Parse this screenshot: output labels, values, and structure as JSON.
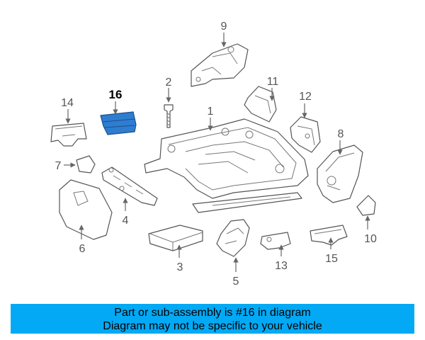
{
  "diagram": {
    "highlighted_part": "16",
    "highlight_color": "#2e7dd1",
    "callouts": [
      "1",
      "2",
      "3",
      "4",
      "5",
      "6",
      "7",
      "8",
      "9",
      "10",
      "11",
      "12",
      "13",
      "14",
      "15",
      "16"
    ]
  },
  "banner": {
    "line1": "Part or sub-assembly is #16 in diagram",
    "line2": "Diagram may not be specific to your vehicle",
    "background": "#03a9f4"
  }
}
